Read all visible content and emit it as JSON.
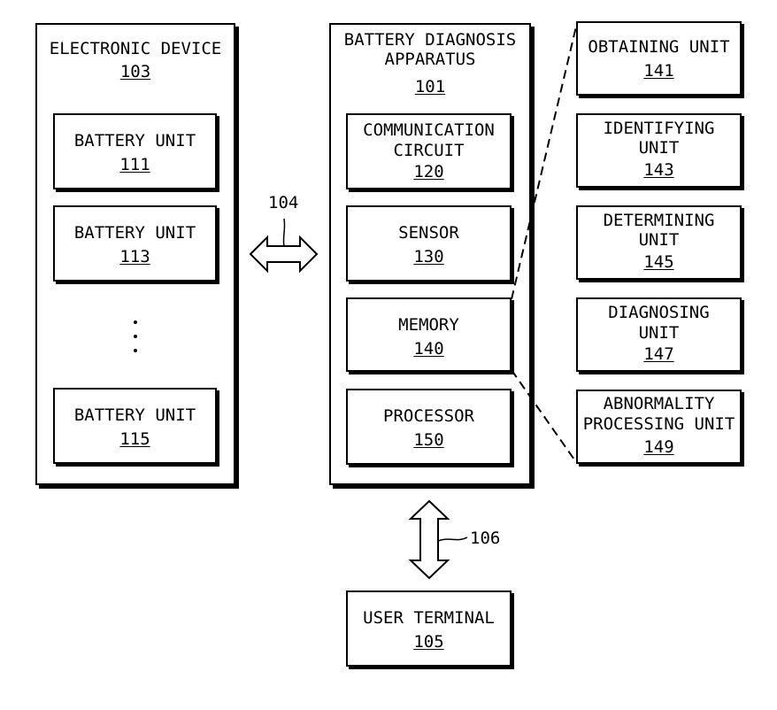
{
  "electronic_device": {
    "title": "ELECTRONIC DEVICE",
    "ref": "103",
    "battery_units": [
      {
        "label": "BATTERY UNIT",
        "ref": "111"
      },
      {
        "label": "BATTERY UNIT",
        "ref": "113"
      },
      {
        "label": "BATTERY UNIT",
        "ref": "115"
      }
    ]
  },
  "link_104": "104",
  "apparatus": {
    "title_line1": "BATTERY DIAGNOSIS",
    "title_line2": "APPARATUS",
    "ref": "101",
    "communication": {
      "line1": "COMMUNICATION",
      "line2": "CIRCUIT",
      "ref": "120"
    },
    "sensor": {
      "label": "SENSOR",
      "ref": "130"
    },
    "memory": {
      "label": "MEMORY",
      "ref": "140"
    },
    "processor": {
      "label": "PROCESSOR",
      "ref": "150"
    }
  },
  "units": {
    "obtaining": {
      "line1": "OBTAINING UNIT",
      "ref": "141"
    },
    "identifying": {
      "line1": "IDENTIFYING",
      "line2": "UNIT",
      "ref": "143"
    },
    "determining": {
      "line1": "DETERMINING",
      "line2": "UNIT",
      "ref": "145"
    },
    "diagnosing": {
      "line1": "DIAGNOSING",
      "line2": "UNIT",
      "ref": "147"
    },
    "abnormality": {
      "line1": "ABNORMALITY",
      "line2": "PROCESSING UNIT",
      "ref": "149"
    }
  },
  "link_106": "106",
  "user_terminal": {
    "label": "USER TERMINAL",
    "ref": "105"
  }
}
